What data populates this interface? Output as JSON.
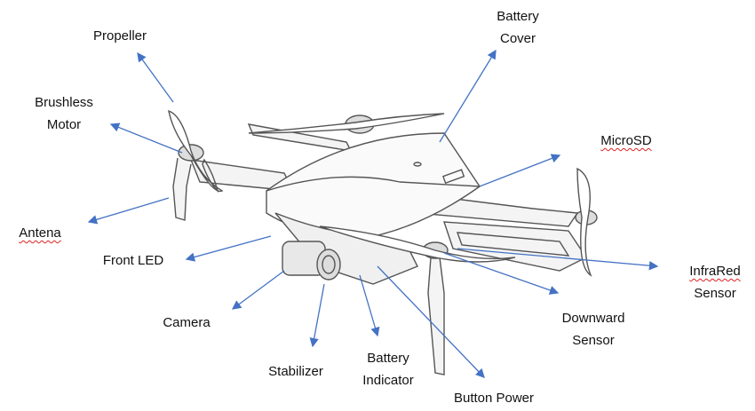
{
  "diagram": {
    "arrow_color": "#4472c4",
    "labels": {
      "propeller": "Propeller",
      "brushless_motor": [
        "Brushless",
        "Motor"
      ],
      "antena": "Antena",
      "front_led": "Front LED",
      "camera": "Camera",
      "stabilizer": "Stabilizer",
      "battery_indicator": [
        "Battery",
        "Indicator"
      ],
      "button_power": "Button Power",
      "downward_sensor": [
        "Downward",
        "Sensor"
      ],
      "infrared_sensor": [
        "InfraRed",
        "Sensor"
      ],
      "microsd": "MicroSD",
      "battery_cover": [
        "Battery",
        "Cover"
      ]
    }
  }
}
